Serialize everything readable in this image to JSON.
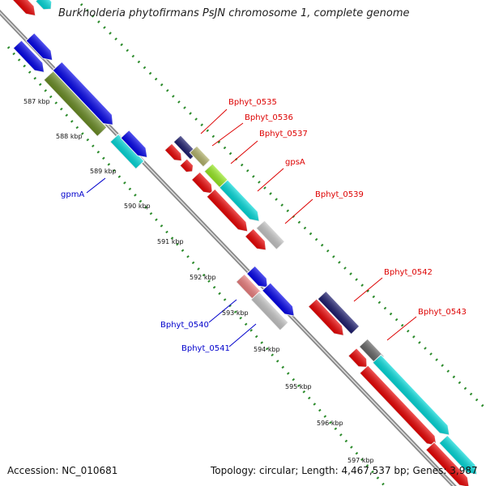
{
  "title": "Burkholderia phytofirmans PsJN chromosome 1, complete genome",
  "accession_text": "Accession: NC_010681",
  "info_text": "Topology: circular; Length: 4,467,537 bp; Genes: 3,987",
  "ticks": [
    "587 kbp",
    "588 kbp",
    "589 kbp",
    "590 kbp",
    "591 kbp",
    "592 kbp",
    "593 kbp",
    "594 kbp",
    "595 kbp",
    "596 kbp",
    "597 kbp"
  ],
  "gene_labels": {
    "bphyt_0535": "Bphyt_0535",
    "bphyt_0536": "Bphyt_0536",
    "bphyt_0537": "Bphyt_0537",
    "gpsA": "gpsA",
    "bphyt_0539": "Bphyt_0539",
    "bphyt_0542": "Bphyt_0542",
    "bphyt_0543": "Bphyt_0543",
    "gpmA": "gpmA",
    "bphyt_0540": "Bphyt_0540",
    "bphyt_0541": "Bphyt_0541"
  },
  "colors": {
    "backbone": "#999999",
    "grid_dots": "#2a8a2a",
    "blue": "#0000ee",
    "cyan": "#00dddd",
    "red": "#ee0000",
    "olive": "#6b8e23",
    "navy": "#1a1a6e",
    "khaki": "#b5b56a",
    "lime": "#99ee22",
    "silver": "#c8c8c8",
    "pink": "#f08080",
    "darkgray": "#666666",
    "label_red": "#dd0000",
    "label_blue": "#0000cc"
  }
}
